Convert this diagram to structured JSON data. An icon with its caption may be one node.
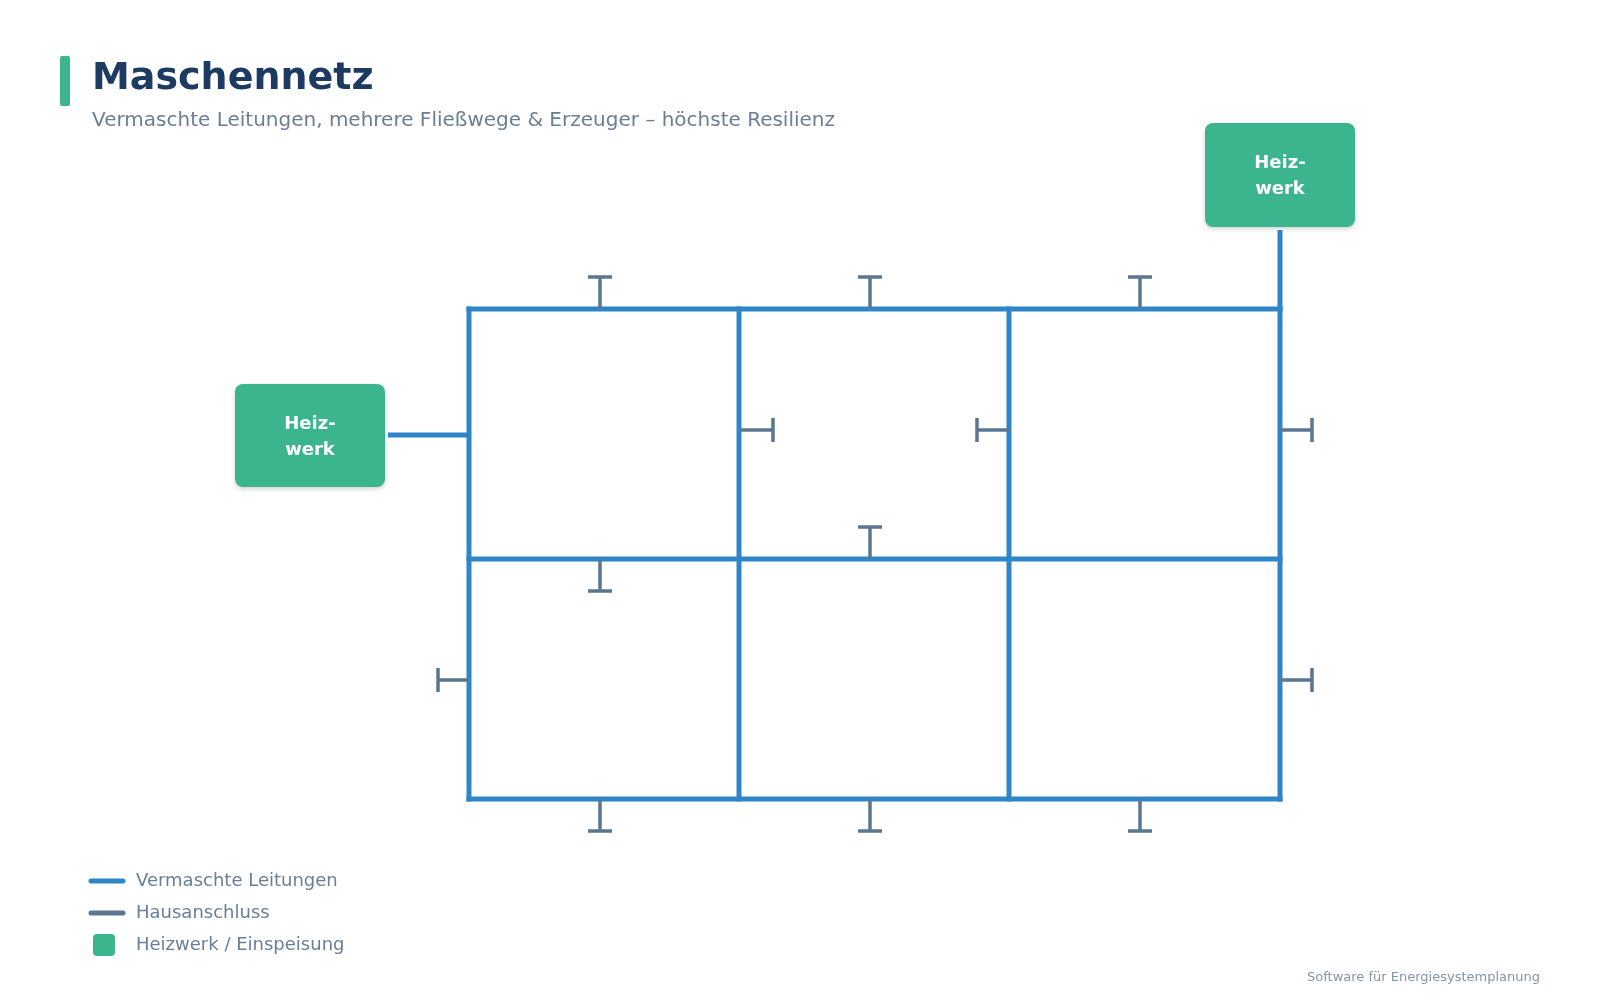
{
  "diagram": {
    "title": "Maschennetz",
    "caption": "Vermaschte Leitungen, mehrere Fließwege & Erzeuger – höchste Resilienz",
    "nodes": [
      {
        "text": [
          "Heiz- werk"
        ]
      },
      {
        "text": [
          "Heiz- werk"
        ]
      }
    ],
    "edges": [
      {
        "from": 0,
        "to": null,
        "arrow": "none",
        "color": "#2e86c8"
      },
      {
        "from": 1,
        "to": null,
        "arrow": "none",
        "color": "#2e86c8"
      }
    ],
    "labels": [
      "Software für Energiesystemplanung"
    ],
    "legend": [
      {
        "text": "Vermaschte Leitungen"
      },
      {
        "text": "Hausanschluss"
      },
      {
        "text": "Heizwerk / Einspeisung",
        "color": "#3bb58d"
      }
    ]
  }
}
